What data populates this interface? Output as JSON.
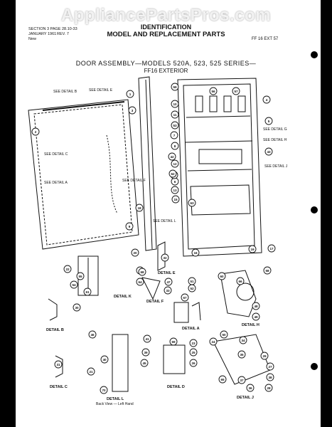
{
  "watermark": "AppliancePartsPros.com",
  "header": {
    "section": "SECTION 3 PAGE 28.10-33",
    "date": "JANUARY 1961",
    "rev": "REV. 7",
    "new": "New",
    "title1": "IDENTIFICATION",
    "title2": "MODEL AND REPLACEMENT PARTS",
    "ref": "FF 16 EXT 57"
  },
  "door": {
    "title": "DOOR ASSEMBLY—MODELS 520A, 523, 525 SERIES—",
    "subtitle": "FF16 EXTERIOR"
  },
  "see_details": {
    "b": "SEE DETAIL B",
    "e": "SEE DETAIL E",
    "c": "SEE DETAIL C",
    "a": "SEE DETAIL A",
    "f": "SEE DETAIL F",
    "l": "SEE DETAIL L",
    "g": "SEE DETAIL G",
    "h": "SEE DETAIL H",
    "j": "SEE DETAIL J"
  },
  "detail_labels": {
    "a": "DETAIL A",
    "b": "DETAIL B",
    "c": "DETAIL C",
    "d": "DETAIL D",
    "e": "DETAIL E",
    "f": "DETAIL F",
    "h": "DETAIL H",
    "j": "DETAIL J",
    "k": "DETAIL K",
    "l": "DETAIL L",
    "l_note": "Back View — Left Hand"
  },
  "callouts": {
    "c1": "1",
    "c2": "2",
    "c3": "3",
    "c4": "4",
    "c5": "5",
    "c6": "6",
    "c7": "7",
    "c8": "8",
    "c9": "9",
    "c10": "10",
    "c11": "11",
    "c12": "12",
    "c13": "13",
    "c14": "14",
    "c15": "15",
    "c16": "16",
    "c17": "17",
    "c18": "18",
    "c19": "19",
    "c20": "20",
    "c21": "21",
    "c22": "22",
    "c23": "23",
    "c24": "24",
    "c25": "25",
    "c26": "26",
    "c27": "27",
    "c28": "28",
    "c29": "29",
    "c30": "30",
    "c31": "31",
    "c32": "32",
    "c33": "33",
    "c34": "34",
    "c35": "35",
    "c36": "36",
    "c37": "37",
    "c38": "38",
    "c39": "39",
    "c40": "40",
    "c41": "41",
    "c42": "42",
    "c43": "43",
    "c44": "44",
    "c45": "45",
    "c46": "46",
    "c47": "47",
    "c48": "48",
    "c49": "49",
    "c50": "50",
    "c51": "51",
    "c52": "52",
    "c53": "53",
    "c54": "54",
    "c55": "55",
    "c56": "56",
    "c57": "57",
    "c58": "58",
    "c59": "59",
    "c60": "60",
    "c61": "61",
    "c62": "62",
    "c63": "63",
    "c64": "64",
    "c65": "65",
    "c66": "66",
    "c67": "67",
    "c68": "68",
    "c69": "69",
    "c70": "70"
  }
}
